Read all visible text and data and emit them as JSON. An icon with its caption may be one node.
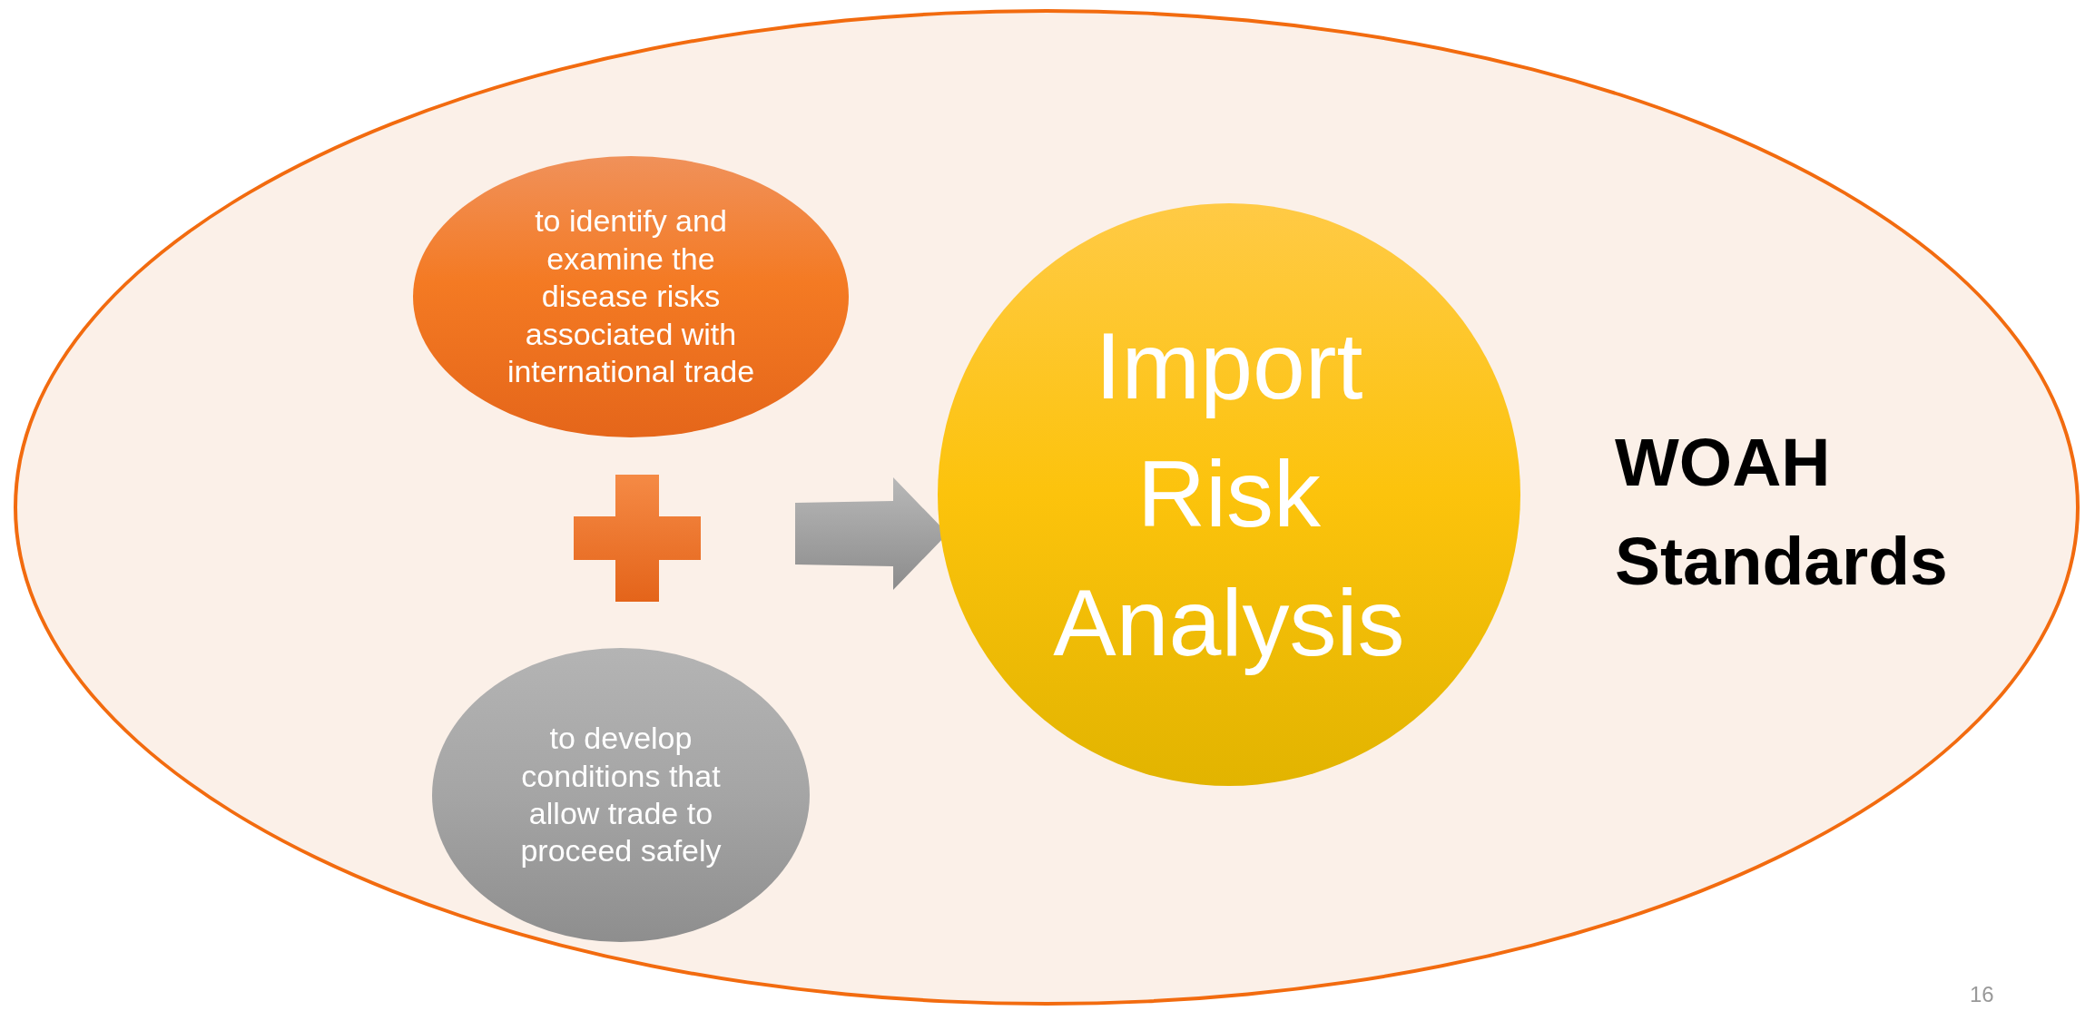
{
  "diagram": {
    "nodes": [
      {
        "text": [
          "WOAH Standards"
        ]
      },
      {
        "text": [
          "to identify and examine the disease risks associated with international trade"
        ],
        "in": 0
      },
      {
        "text": [
          "to develop conditions that allow trade to proceed safely"
        ],
        "in": 0
      },
      {
        "text": [
          "Import Risk Analysis"
        ],
        "in": 0
      }
    ],
    "edges": [
      {
        "from": null,
        "to": 3,
        "arrow": "to"
      }
    ],
    "labels": [
      "16"
    ]
  }
}
